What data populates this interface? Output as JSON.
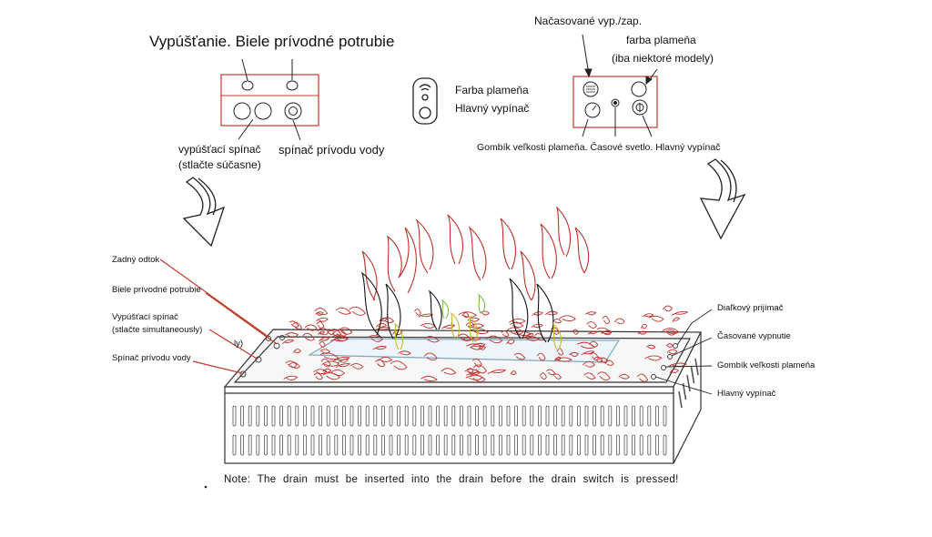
{
  "top_left": {
    "heading": "Vypúšťanie. Biele prívodné potrubie",
    "drain_switch_label_line1": "vypúšťací spínač",
    "drain_switch_label_line2": "(stlačte súčasne)",
    "water_switch_label": "spínač prívodu vody"
  },
  "remote": {
    "flame_color": "Farba plameňa",
    "main_switch": "Hlavný vypínač"
  },
  "top_right": {
    "timer_label": "Načasované vyp./zap.",
    "flame_color_line1": "farba plameňa",
    "flame_color_line2": "(iba niektoré modely)",
    "bottom_caption": "Gombík veľkosti plameňa. Časové svetlo. Hlavný vypínač"
  },
  "left_callouts": {
    "rear_drain": "Zadný odtok",
    "white_pipes": "Biele prívodné potrubie",
    "drain_switch_line1": "Vypúšťací spínač",
    "drain_switch_line2": "(stlačte simultaneously)",
    "water_switch": "Spínač prívodu vody",
    "stray_mark": "ly)"
  },
  "right_callouts": {
    "remote_receiver": "Diaľkový prijímač",
    "timed_off": "Časované vypnutie",
    "flame_size_knob": "Gombík veľkosti plameňa",
    "main_switch": "Hlavný vypínač"
  },
  "note": "Note: The drain must be inserted into the drain before the drain switch is pressed!",
  "colors": {
    "red_outline": "#c0392b",
    "flame_red": "#c0302a",
    "line_dark": "#222222",
    "cassette_gray": "#555555"
  }
}
